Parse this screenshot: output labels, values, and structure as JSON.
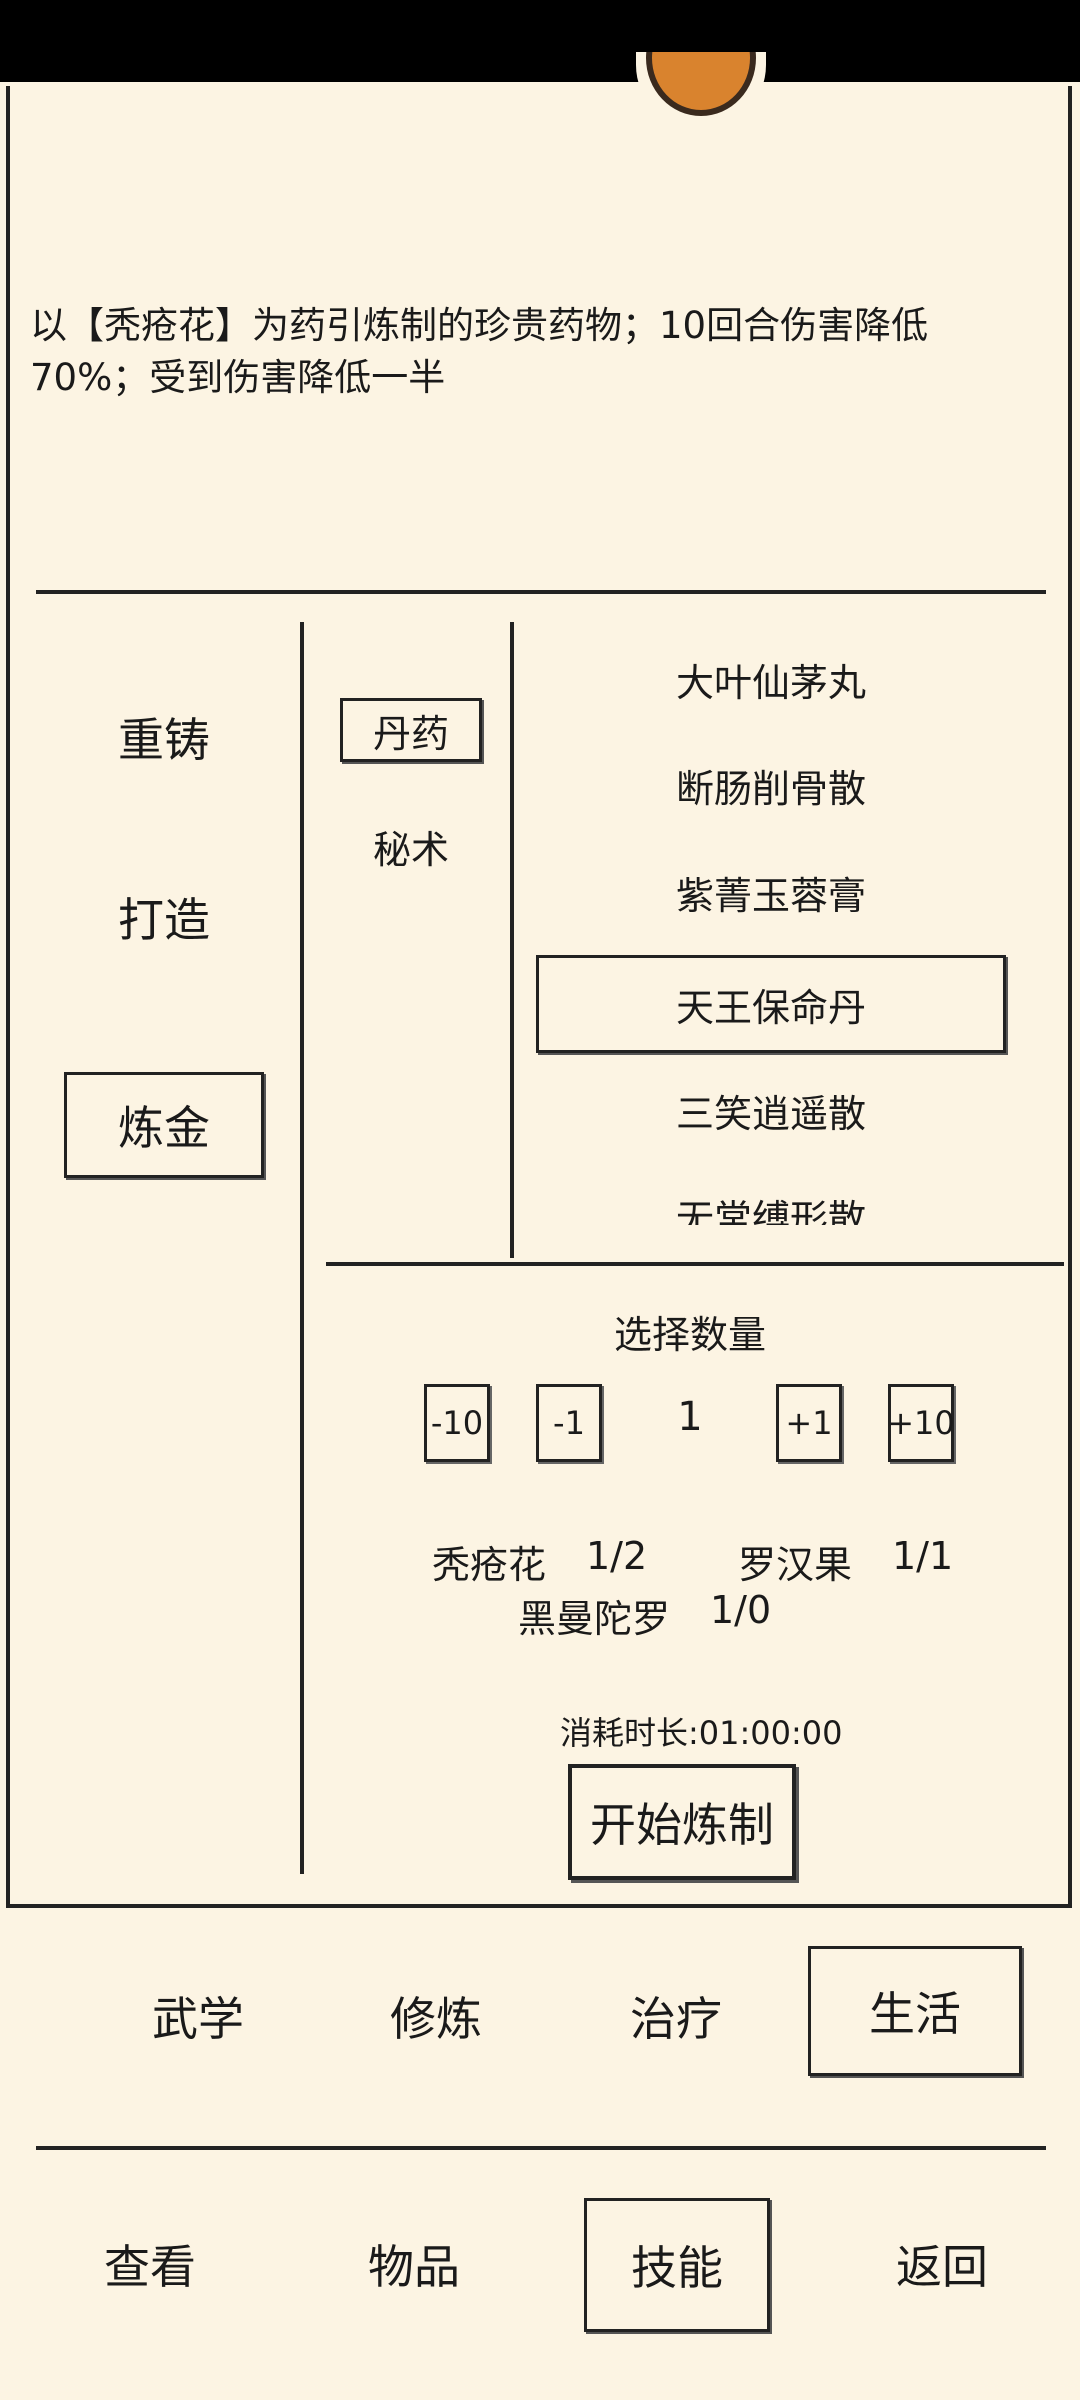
{
  "description": "以【秃疮花】为药引炼制的珍贵药物；10回合伤害降低70%；受到伤害降低一半",
  "craft_categories": [
    {
      "label": "重铸",
      "selected": false
    },
    {
      "label": "打造",
      "selected": false
    },
    {
      "label": "炼金",
      "selected": true
    }
  ],
  "sub_categories": [
    {
      "label": "丹药",
      "selected": true
    },
    {
      "label": "秘术",
      "selected": false
    }
  ],
  "recipes": [
    {
      "label": "大叶仙茅丸",
      "selected": false
    },
    {
      "label": "断肠削骨散",
      "selected": false
    },
    {
      "label": "紫菁玉蓉膏",
      "selected": false
    },
    {
      "label": "天王保命丹",
      "selected": true
    },
    {
      "label": "三笑逍遥散",
      "selected": false
    },
    {
      "label": "无常缚形散",
      "selected": false
    }
  ],
  "quantity": {
    "title": "选择数量",
    "value": "1",
    "buttons": [
      "-10",
      "-1",
      "+1",
      "+10"
    ]
  },
  "ingredients": [
    {
      "name": "秃疮花",
      "count": "1/2"
    },
    {
      "name": "罗汉果",
      "count": "1/1"
    },
    {
      "name": "黑曼陀罗",
      "count": "1/0"
    }
  ],
  "duration_label": "消耗时长:01:00:00",
  "start_button": "开始炼制",
  "skill_tabs": [
    {
      "label": "武学",
      "selected": false
    },
    {
      "label": "修炼",
      "selected": false
    },
    {
      "label": "治疗",
      "selected": false
    },
    {
      "label": "生活",
      "selected": true
    }
  ],
  "bottom_nav": [
    {
      "label": "查看",
      "selected": false
    },
    {
      "label": "物品",
      "selected": false
    },
    {
      "label": "技能",
      "selected": true
    },
    {
      "label": "返回",
      "selected": false
    }
  ],
  "colors": {
    "background": "#fcf4e3",
    "ink": "#1a1a1a",
    "status_bar": "#000000"
  }
}
